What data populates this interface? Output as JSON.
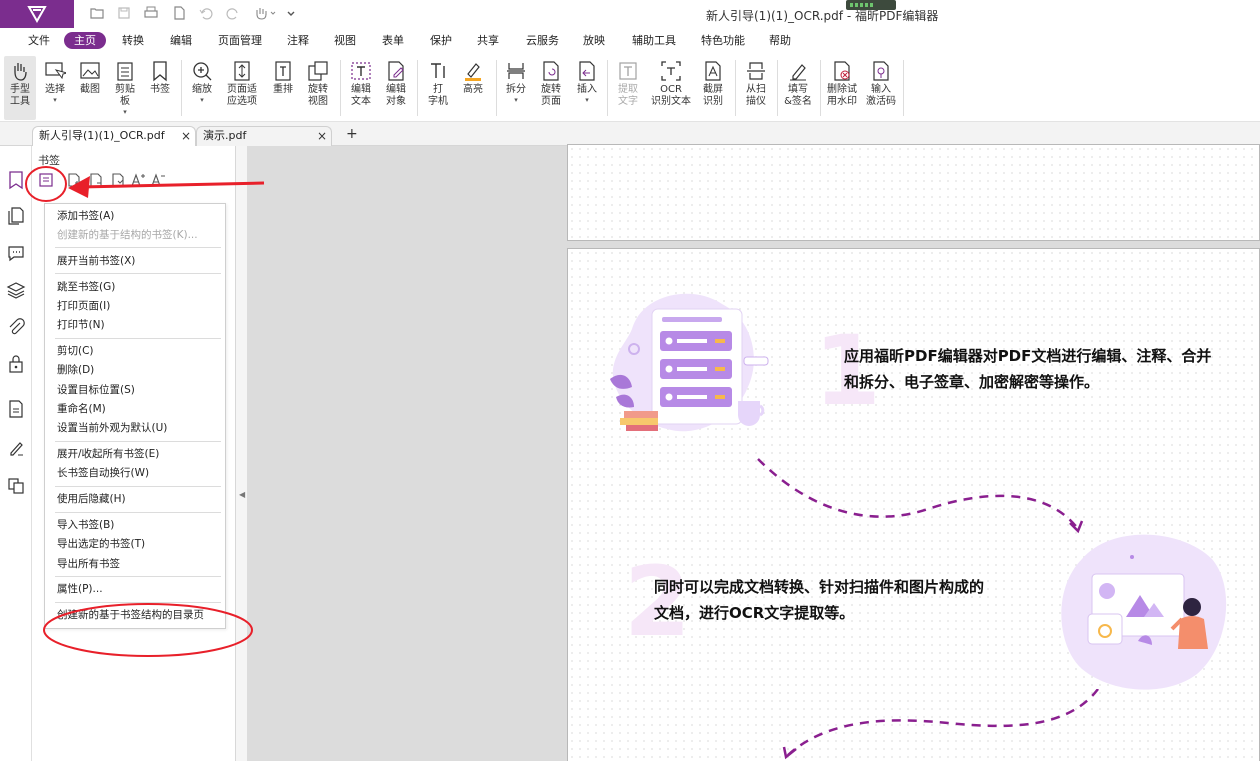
{
  "window": {
    "title": "新人引导(1)(1)_OCR.pdf - 福昕PDF编辑器"
  },
  "menu_tabs": [
    "文件",
    "主页",
    "转换",
    "编辑",
    "页面管理",
    "注释",
    "视图",
    "表单",
    "保护",
    "共享",
    "云服务",
    "放映",
    "辅助工具",
    "特色功能",
    "帮助"
  ],
  "ribbon": {
    "hand": "手型\n工具",
    "select": "选择",
    "snapshot": "截图",
    "clipboard": "剪贴\n板",
    "bookmark": "书签",
    "zoom": "缩放",
    "fit_page": "页面适\n应选项",
    "reflow": "重排",
    "rotate_view": "旋转\n视图",
    "edit_text": "编辑\n文本",
    "edit_object": "编辑\n对象",
    "typewriter": "打\n字机",
    "highlight": "高亮",
    "split": "拆分",
    "rotate_page": "旋转\n页面",
    "insert": "插入",
    "extract_text": "提取\n文字",
    "ocr": "OCR\n识别文本",
    "screenshot_ocr": "截屏\n识别",
    "scan": "从扫\n描仪",
    "fill_sign": "填写\n&签名",
    "remove_watermark": "删除试\n用水印",
    "activation": "输入\n激活码"
  },
  "doc_tabs": [
    {
      "label": "新人引导(1)(1)_OCR.pdf",
      "close": "×"
    },
    {
      "label": "演示.pdf",
      "close": "×"
    }
  ],
  "add_tab": "+",
  "bookmark_panel": {
    "title": "书签"
  },
  "context_menu": {
    "items": [
      {
        "label": "添加书签(A)",
        "disabled": false
      },
      {
        "label": "创建新的基于结构的书签(K)...",
        "disabled": true
      },
      {
        "label": "展开当前书签(X)",
        "disabled": false
      },
      {
        "label": "跳至书签(G)",
        "disabled": false
      },
      {
        "label": "打印页面(I)",
        "disabled": false
      },
      {
        "label": "打印节(N)",
        "disabled": false
      },
      {
        "label": "剪切(C)",
        "disabled": false
      },
      {
        "label": "删除(D)",
        "disabled": false
      },
      {
        "label": "设置目标位置(S)",
        "disabled": false
      },
      {
        "label": "重命名(M)",
        "disabled": false
      },
      {
        "label": "设置当前外观为默认(U)",
        "disabled": false
      },
      {
        "label": "展开/收起所有书签(E)",
        "disabled": false
      },
      {
        "label": "长书签自动换行(W)",
        "disabled": false
      },
      {
        "label": "使用后隐藏(H)",
        "disabled": false
      },
      {
        "label": "导入书签(B)",
        "disabled": false
      },
      {
        "label": "导出选定的书签(T)",
        "disabled": false
      },
      {
        "label": "导出所有书签",
        "disabled": false
      },
      {
        "label": "属性(P)...",
        "disabled": false
      },
      {
        "label": "创建新的基于书签结构的目录页",
        "disabled": false
      }
    ]
  },
  "document": {
    "step1_number": "1",
    "step1_line1": "应用福昕PDF编辑器对PDF文档进行编辑、注释、合并",
    "step1_line2": "和拆分、电子签章、加密解密等操作。",
    "step2_number": "2",
    "step2_line1": "同时可以完成文档转换、针对扫描件和图片构成的",
    "step2_line2": "文档，进行OCR文字提取等。"
  },
  "colors": {
    "brand": "#7b2d8e",
    "annotation_red": "#e8202a",
    "illustration_purple": "#b78ae6",
    "dashed_path": "#8a1f8f"
  }
}
